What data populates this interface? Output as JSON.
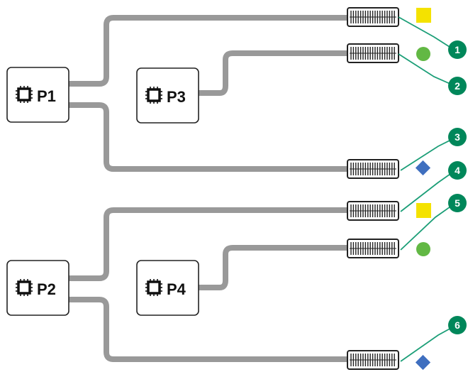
{
  "processors": [
    {
      "id": "p1",
      "label": "P1"
    },
    {
      "id": "p3",
      "label": "P3"
    },
    {
      "id": "p2",
      "label": "P2"
    },
    {
      "id": "p4",
      "label": "P4"
    }
  ],
  "callouts": [
    "1",
    "2",
    "3",
    "4",
    "5",
    "6"
  ],
  "marker_colors": {
    "square": "#f4e200",
    "circle": "#62b844",
    "diamond": "#3f6fbf"
  },
  "icons": {
    "processor": "cpu-chip-icon",
    "square": "yellow-square-marker",
    "circle": "green-circle-marker",
    "diamond": "blue-diamond-marker"
  }
}
